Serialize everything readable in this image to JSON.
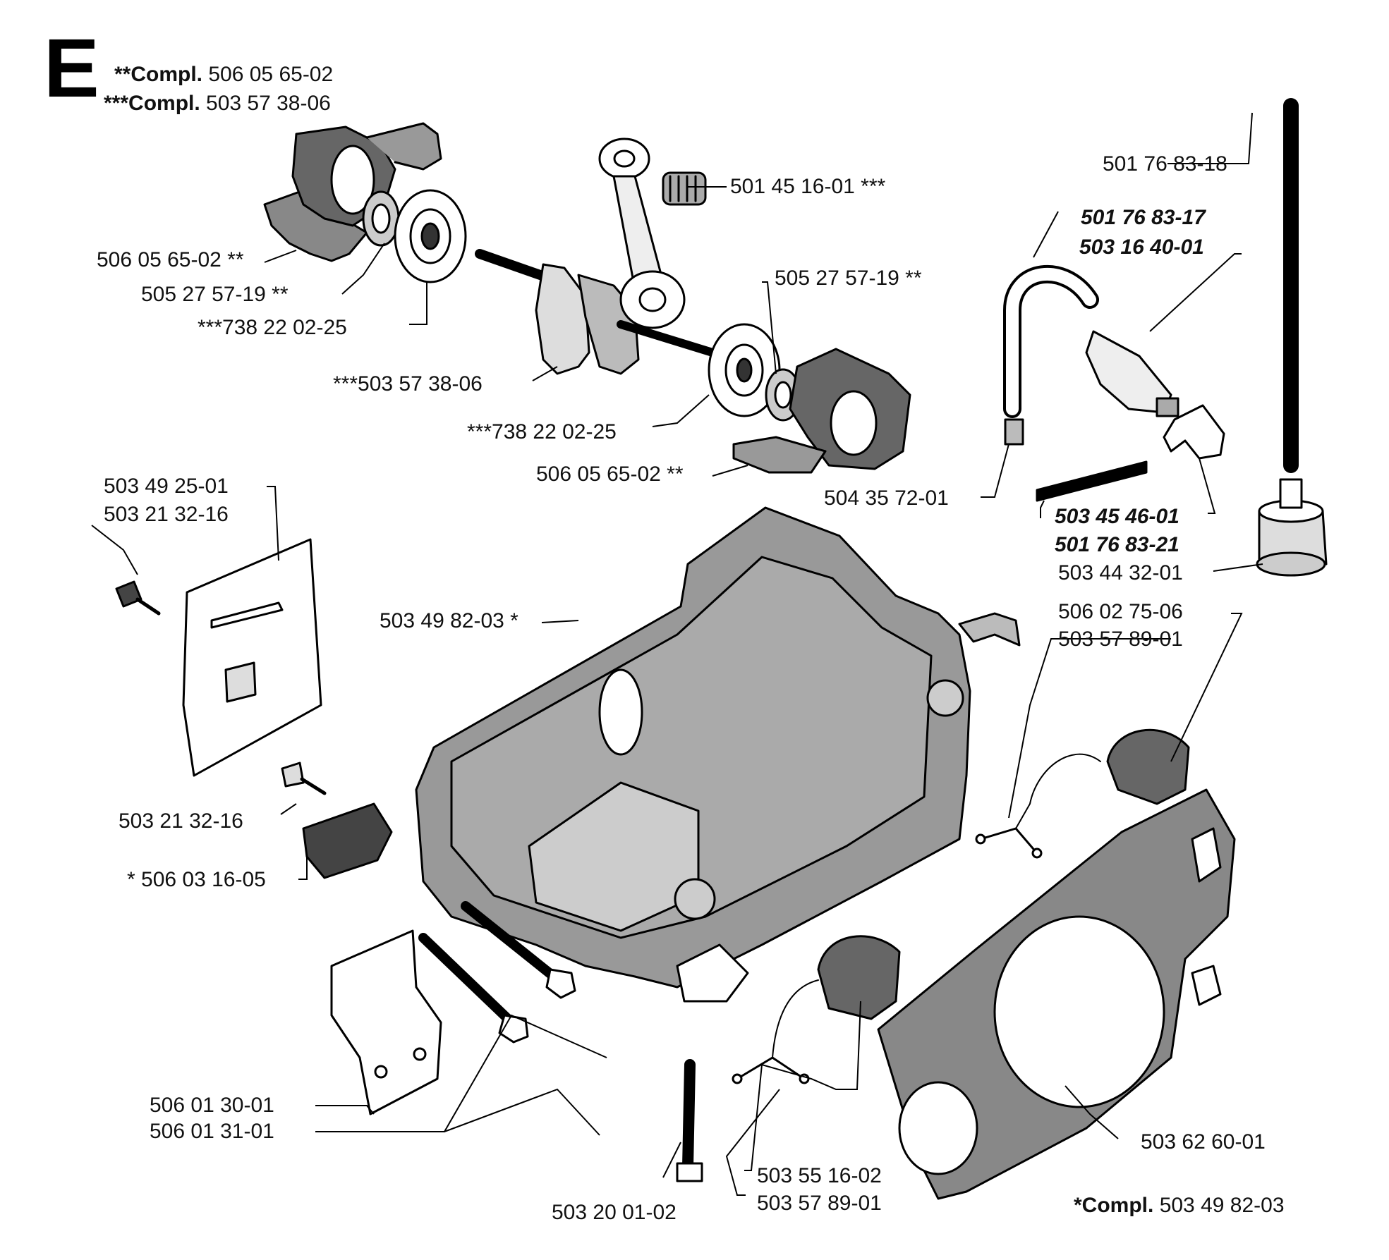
{
  "section_letter": "E",
  "compl": [
    {
      "mark": "**Compl.",
      "part": "506 05 65-02"
    },
    {
      "mark": "***Compl.",
      "part": "503 57 38-06"
    },
    {
      "mark": "*Compl.",
      "part": "503 49 82-03"
    }
  ],
  "labels": [
    "506 05 65-02 **",
    "505 27 57-19 **",
    "***738 22 02-25",
    "501 45 16-01 ***",
    "505 27 57-19 **",
    "***503 57 38-06",
    "***738 22 02-25",
    "506 05 65-02 **",
    "501 76 83-18",
    "501 76 83-17",
    "503 16 40-01",
    "504 35 72-01",
    "503 45 46-01",
    "501 76 83-21",
    "503 44 32-01",
    "503 49 25-01",
    "503 21 32-16",
    "503 49 82-03 *",
    "506 02 75-06",
    "503 57 89-01",
    "503 21 32-16",
    "* 506 03 16-05",
    "506 01 30-01",
    "506 01 31-01",
    "503 20 01-02",
    "503 55 16-02",
    "503 57 89-01",
    "503 62 60-01"
  ]
}
